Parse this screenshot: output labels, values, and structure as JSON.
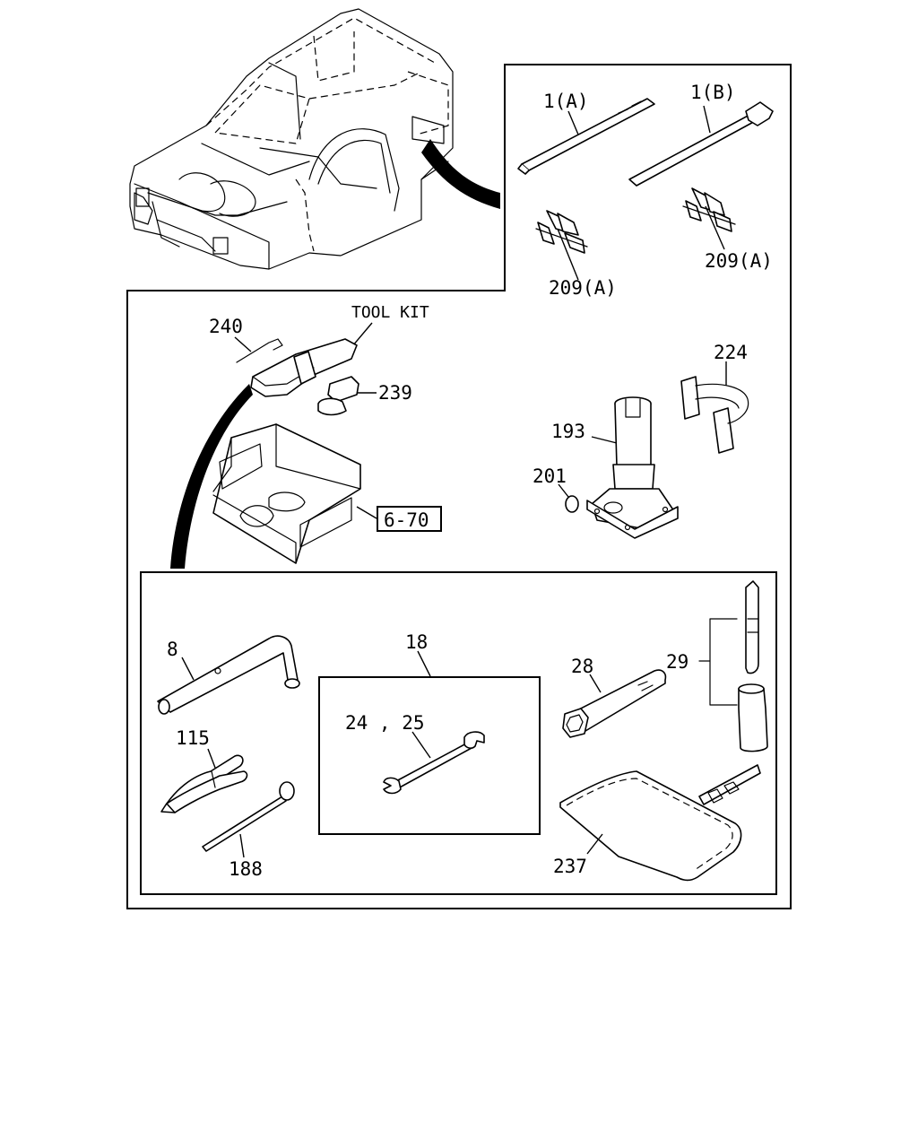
{
  "callouts": {
    "tool_kit": "TOOL KIT",
    "p1a": "1(A)",
    "p1b": "1(B)",
    "p209a_left": "209(A)",
    "p209a_right": "209(A)",
    "p240": "240",
    "p239": "239",
    "p224": "224",
    "p193": "193",
    "p201": "201",
    "ref_6_70": "6-70",
    "p8": "8",
    "p18": "18",
    "p24_25": "24 , 25",
    "p28": "28",
    "p29": "29",
    "p115": "115",
    "p188": "188",
    "p237": "237"
  }
}
